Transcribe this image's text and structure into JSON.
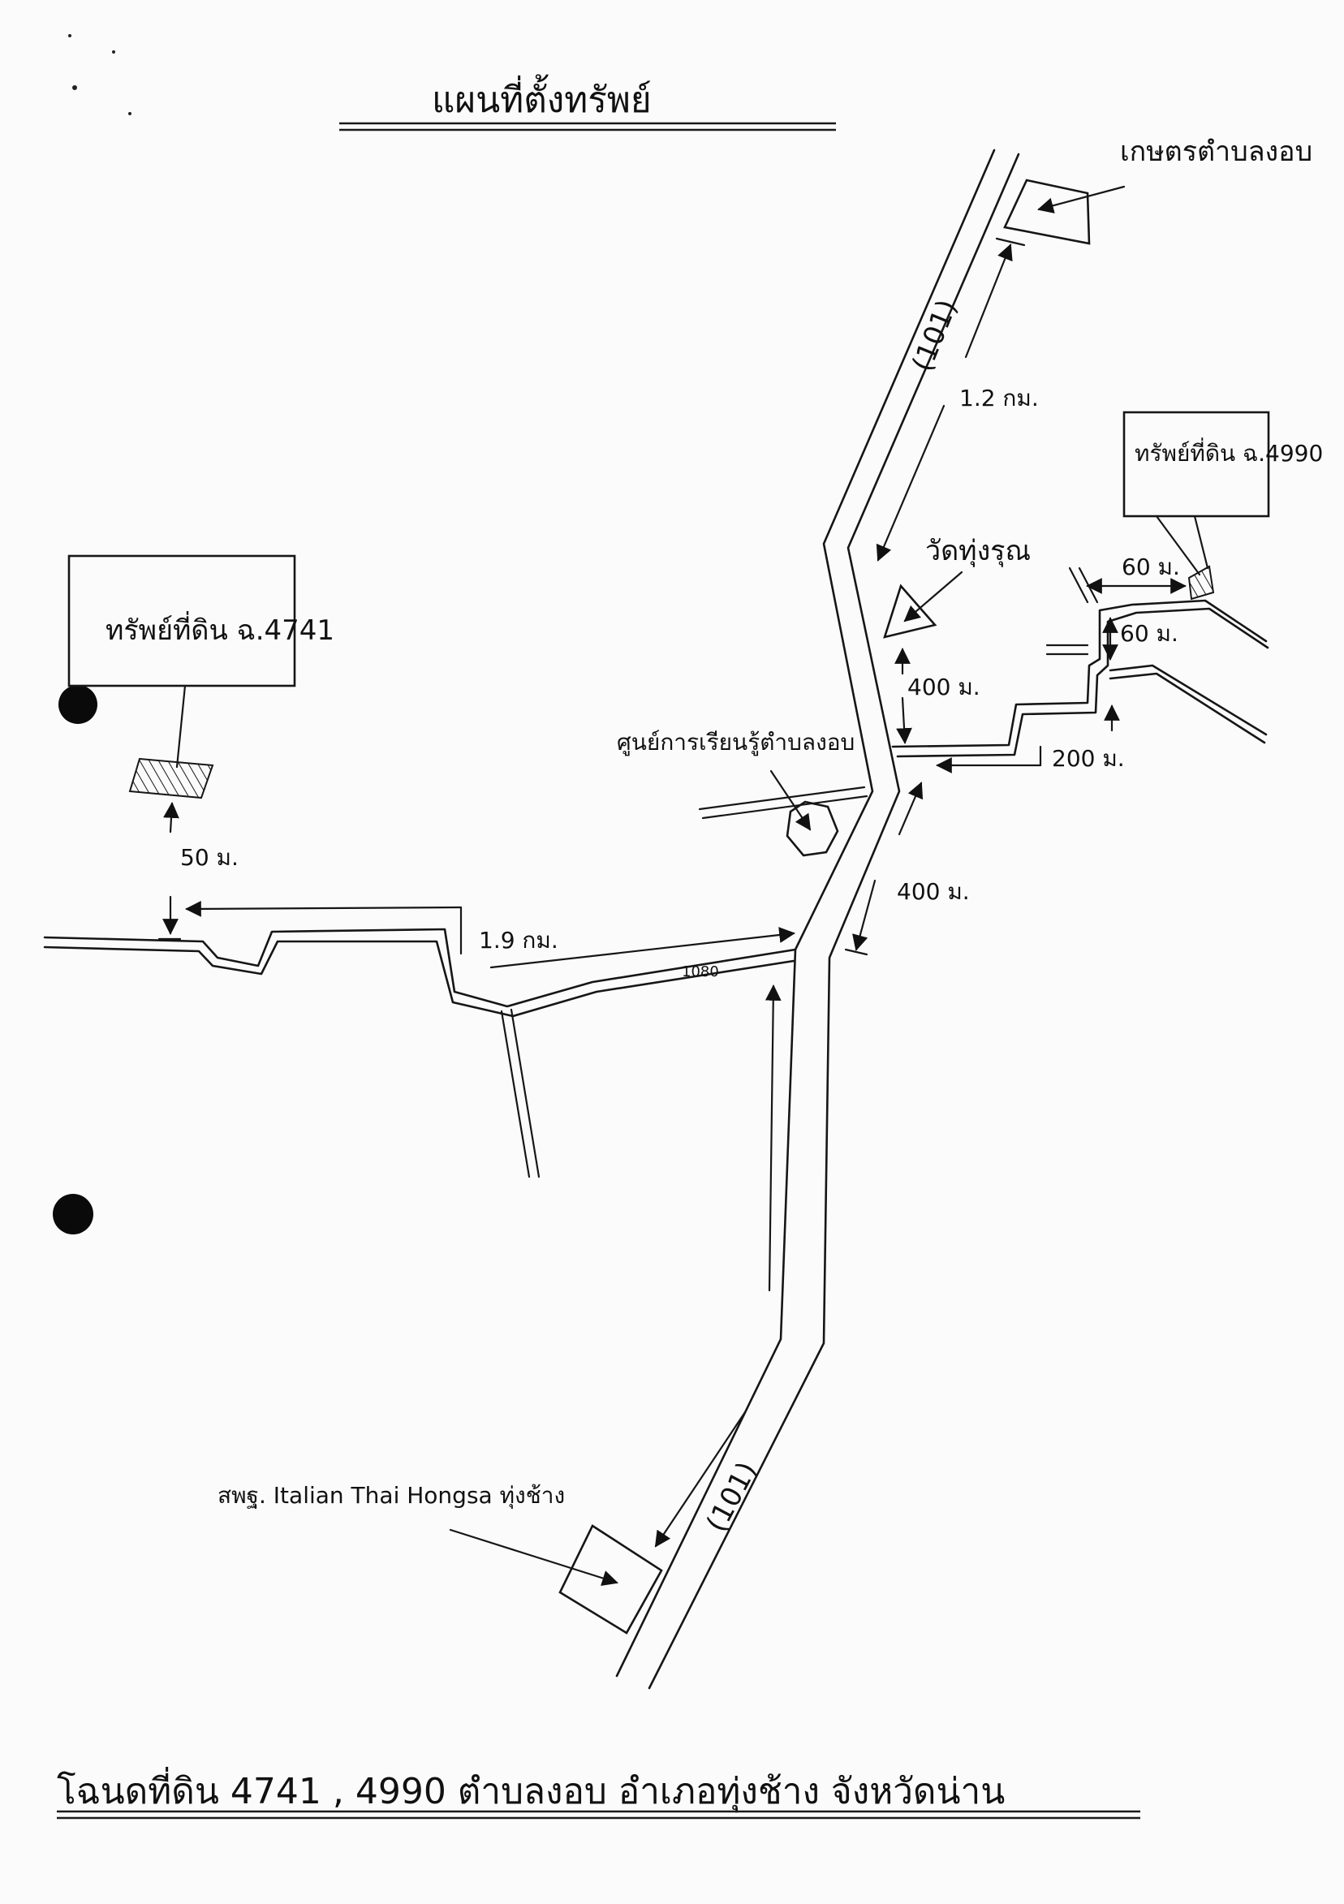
{
  "title": "แผนที่ตั้งทรัพย์",
  "footer": "โฉนดที่ดิน 4741 , 4990 ตำบลงอบ อำเภอทุ่งช้าง จังหวัดน่าน",
  "landmarks": {
    "agri_office": "เกษตรตำบลงอบ",
    "temple": "วัดทุ่งรุณ",
    "learning_center": "ศูนย์การเรียนรู้ตำบลงอบ",
    "school": "สพฐ. Italian Thai Hongsa ทุ่งช้าง"
  },
  "properties": {
    "p4990": "ทรัพย์ที่ดิน ฉ.4990",
    "p4741": "ทรัพย์ที่ดิน ฉ.4741"
  },
  "road_labels": {
    "hwy_north": "(101)",
    "hwy_south": "(101)",
    "road_small": "1080"
  },
  "distances": {
    "d_1_2km": "1.2 กม.",
    "d_400m_temple": "400 ม.",
    "d_200m": "200 ม.",
    "d_60m_a": "60 ม.",
    "d_60m_b": "60 ม.",
    "d_400m_hwy": "400 ม.",
    "d_1_9km": "1.9 กม.",
    "d_50m": "50 ม."
  }
}
